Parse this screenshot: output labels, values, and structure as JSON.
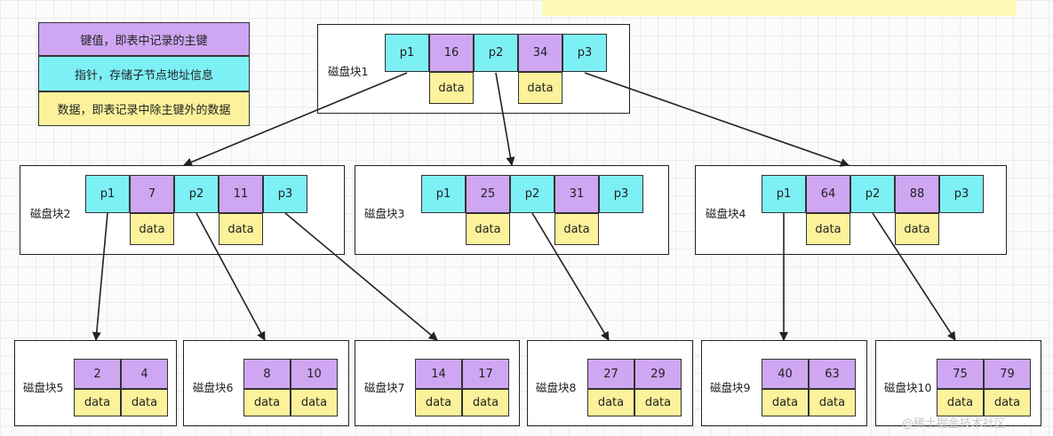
{
  "legend": {
    "key": "键值，即表中记录的主键",
    "pointer": "指针，存储子节点地址信息",
    "data": "数据，即表记录中除主键外的数据"
  },
  "blocks": {
    "b1": {
      "label": "磁盘块1",
      "p1": "p1",
      "k1": "16",
      "p2": "p2",
      "k2": "34",
      "p3": "p3",
      "d1": "data",
      "d2": "data"
    },
    "b2": {
      "label": "磁盘块2",
      "p1": "p1",
      "k1": "7",
      "p2": "p2",
      "k2": "11",
      "p3": "p3",
      "d1": "data",
      "d2": "data"
    },
    "b3": {
      "label": "磁盘块3",
      "p1": "p1",
      "k1": "25",
      "p2": "p2",
      "k2": "31",
      "p3": "p3",
      "d1": "data",
      "d2": "data"
    },
    "b4": {
      "label": "磁盘块4",
      "p1": "p1",
      "k1": "64",
      "p2": "p2",
      "k2": "88",
      "p3": "p3",
      "d1": "data",
      "d2": "data"
    },
    "b5": {
      "label": "磁盘块5",
      "k1": "2",
      "k2": "4",
      "d1": "data",
      "d2": "data"
    },
    "b6": {
      "label": "磁盘块6",
      "k1": "8",
      "k2": "10",
      "d1": "data",
      "d2": "data"
    },
    "b7": {
      "label": "磁盘块7",
      "k1": "14",
      "k2": "17",
      "d1": "data",
      "d2": "data"
    },
    "b8": {
      "label": "磁盘块8",
      "k1": "27",
      "k2": "29",
      "d1": "data",
      "d2": "data"
    },
    "b9": {
      "label": "磁盘块9",
      "k1": "40",
      "k2": "63",
      "d1": "data",
      "d2": "data"
    },
    "b10": {
      "label": "磁盘块10",
      "k1": "75",
      "k2": "79",
      "d1": "data",
      "d2": "data"
    }
  },
  "watermark": "@稀土掘金技术社区"
}
